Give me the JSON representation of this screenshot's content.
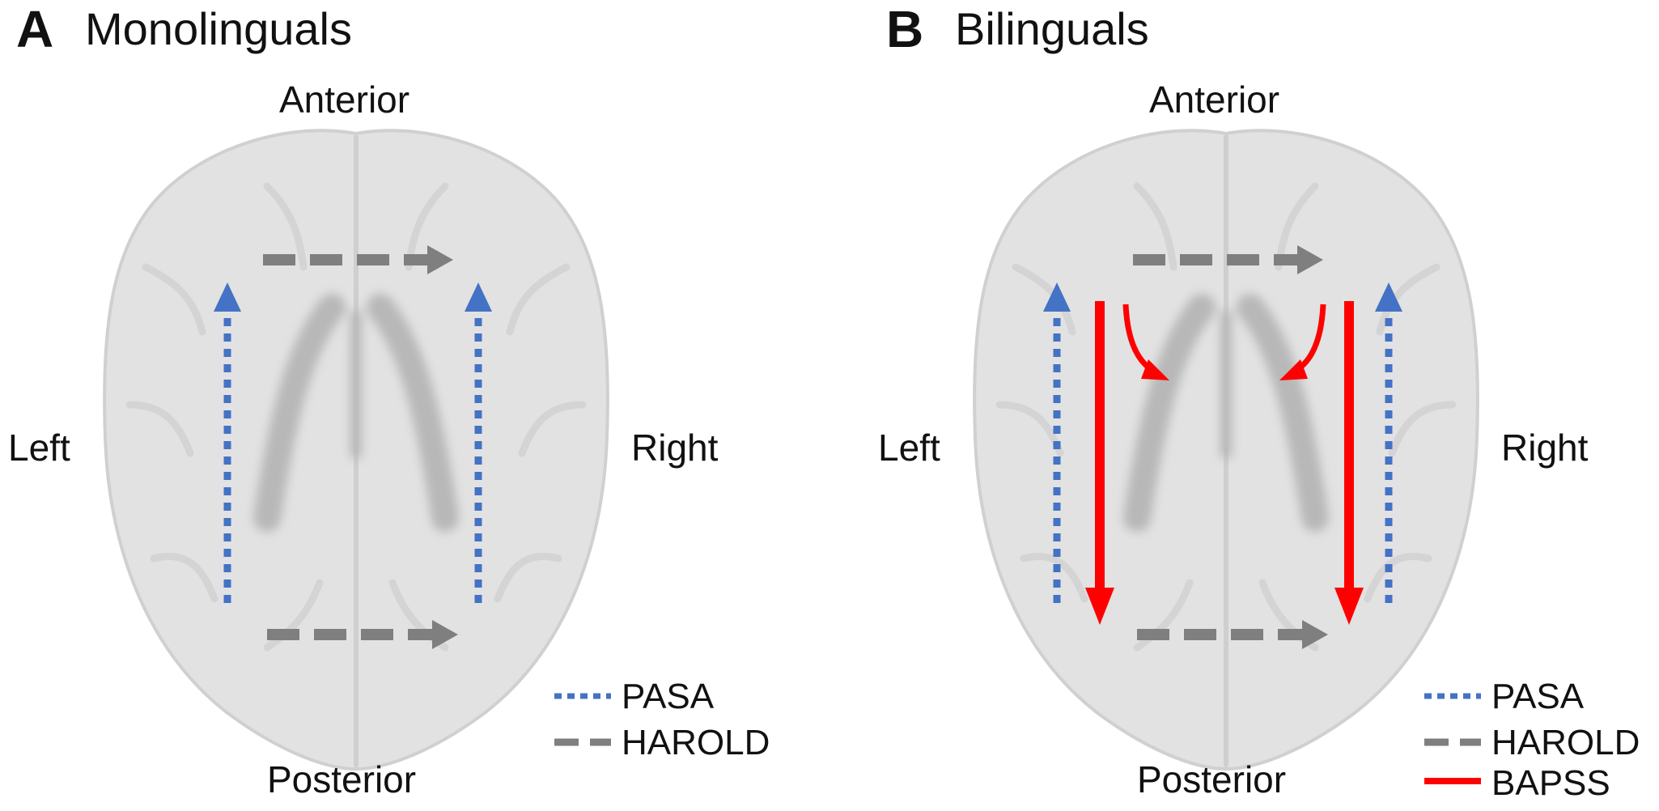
{
  "panels": [
    {
      "letter": "A",
      "title": "Monolinguals",
      "labels": {
        "anterior": "Anterior",
        "posterior": "Posterior",
        "left": "Left",
        "right": "Right"
      },
      "legend": [
        "PASA",
        "HAROLD"
      ]
    },
    {
      "letter": "B",
      "title": "Bilinguals",
      "labels": {
        "anterior": "Anterior",
        "posterior": "Posterior",
        "left": "Left",
        "right": "Right"
      },
      "legend": [
        "PASA",
        "HAROLD",
        "BAPSS"
      ]
    }
  ],
  "colors": {
    "pasa": "#4472c4",
    "harold": "#7f7f7f",
    "bapss": "#ff0000",
    "brain_fill": "#e2e2e2",
    "brain_structure": "#b8b8b8"
  }
}
